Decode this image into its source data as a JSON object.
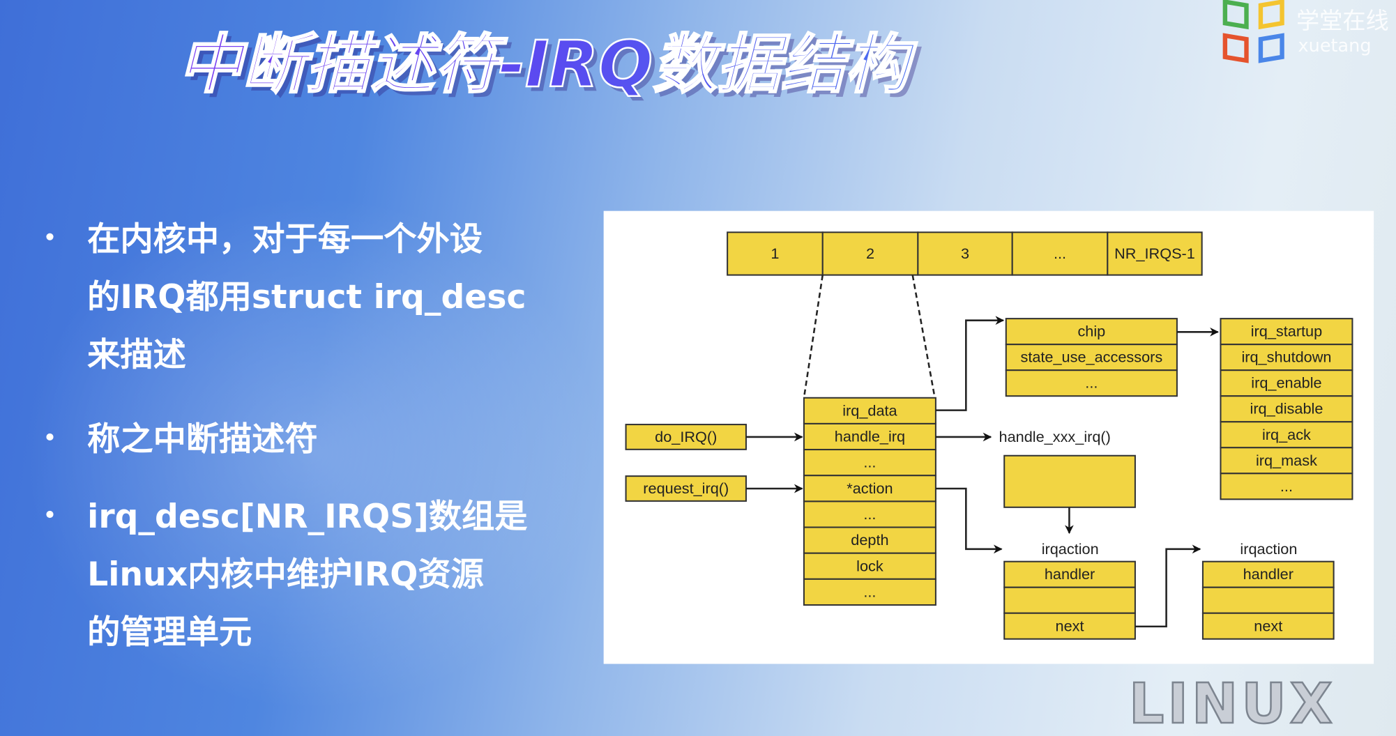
{
  "slide": {
    "title": "中断描述符-IRQ数据结构",
    "bullets": [
      {
        "lines": [
          "在内核中，对于每一个外设",
          "的IRQ都用struct irq_desc",
          "来描述"
        ]
      },
      {
        "lines": [
          "称之中断描述符"
        ]
      },
      {
        "lines": [
          "irq_desc[NR_IRQS]数组是",
          "Linux内核中维护IRQ资源",
          "的管理单元"
        ]
      }
    ]
  },
  "logo": {
    "name": "学堂在线",
    "sub": "xuetang"
  },
  "watermark": "LINUX",
  "diagram": {
    "array": [
      "1",
      "2",
      "3",
      "...",
      "NR_IRQS-1"
    ],
    "irq_desc": [
      "irq_data",
      "handle_irq",
      "...",
      "*action",
      "...",
      "depth",
      "lock",
      "..."
    ],
    "callers": [
      "do_IRQ()",
      "request_irq()"
    ],
    "irq_data_fields": [
      "chip",
      "state_use_accessors",
      "..."
    ],
    "chip_ops": [
      "irq_startup",
      "irq_shutdown",
      "irq_enable",
      "irq_disable",
      "irq_ack",
      "irq_mask",
      "..."
    ],
    "handler_label": "handle_xxx_irq()",
    "irqaction_1": {
      "label": "irqaction",
      "fields": [
        "handler",
        "",
        "next"
      ]
    },
    "irqaction_2": {
      "label": "irqaction",
      "fields": [
        "handler",
        "",
        "next"
      ]
    },
    "colors": {
      "box": "#f2d543",
      "title_start": "#6a3cf0",
      "title_end": "#3b6cf0"
    }
  }
}
